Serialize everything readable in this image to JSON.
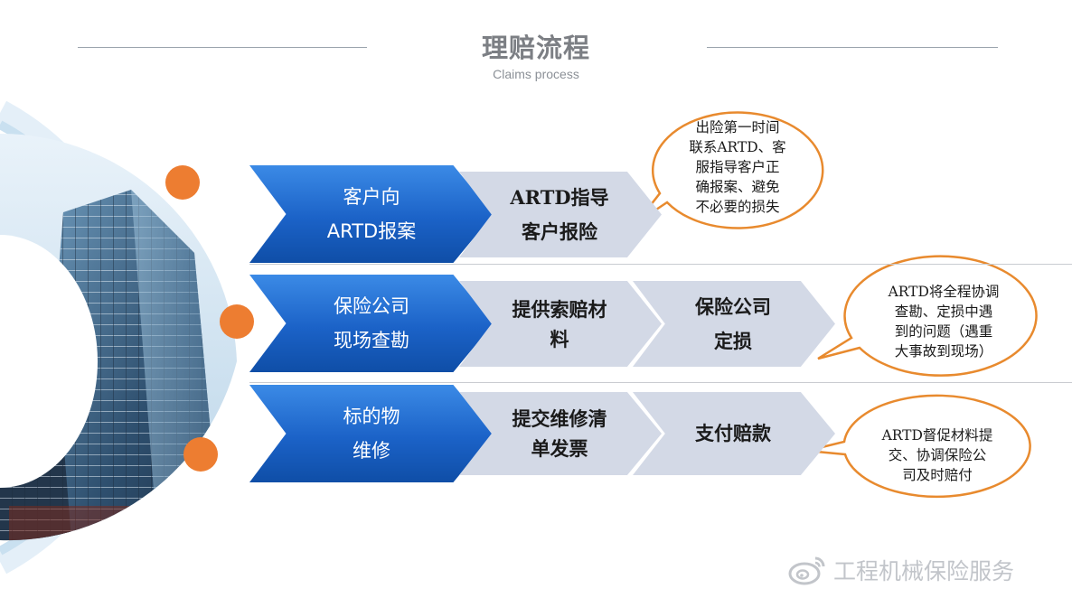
{
  "header": {
    "title": "理赔流程",
    "subtitle": "Claims process"
  },
  "rows": [
    {
      "blue_step": [
        "客户向",
        "ARTD报案"
      ],
      "grey_steps": [
        [
          "ARTD指导",
          "客户报险"
        ]
      ],
      "note": [
        "出险第一时间",
        "联系ARTD、客",
        "服指导客户正",
        "确报案、避免",
        "不必要的损失"
      ]
    },
    {
      "blue_step": [
        "保险公司",
        "现场查勘"
      ],
      "grey_steps": [
        [
          "提供索赔材",
          "料"
        ],
        [
          "保险公司",
          "定损"
        ]
      ],
      "note": [
        "ARTD将全程协调",
        "查勘、定损中遇",
        "到的问题（遇重",
        "大事故到现场）"
      ]
    },
    {
      "blue_step": [
        "标的物",
        "维修"
      ],
      "grey_steps": [
        [
          "提交维修清",
          "单发票"
        ],
        [
          "支付赔款"
        ]
      ],
      "note": [
        "ARTD督促材料提",
        "交、协调保险公",
        "司及时赔付"
      ]
    }
  ],
  "watermark": {
    "icon": "weibo-icon",
    "text": "工程机械保险服务"
  },
  "colors": {
    "chevron_blue": "#1b62c7",
    "chevron_grey": "#d3d9e6",
    "bubble_border": "#e88a2e",
    "marker_dot": "#ed7d31",
    "ring": "#c9e0f0"
  }
}
